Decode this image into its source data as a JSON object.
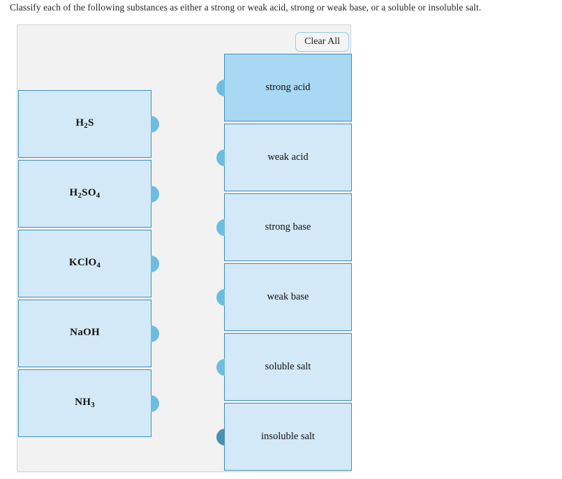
{
  "prompt": {
    "text": "Classify each of the following substances as either a strong or weak acid, strong or weak base, or a soluble or insoluble salt."
  },
  "panel": {
    "clear_all_label": "Clear All",
    "background_color": "#f2f2f2",
    "border_color": "#cfd3d6"
  },
  "colors": {
    "tile_fill": "#d4e9f7",
    "tile_fill_selected": "#a8d8f4",
    "tile_border": "#3f8fb6",
    "knob": "#6dbde1",
    "knob_active": "#4a8fb5",
    "button_border": "#8ec9e8"
  },
  "items": [
    {
      "formula": "H2S",
      "parts": [
        {
          "t": "H"
        },
        {
          "t": "2",
          "sub": true
        },
        {
          "t": "S"
        }
      ]
    },
    {
      "formula": "H2SO4",
      "parts": [
        {
          "t": "H"
        },
        {
          "t": "2",
          "sub": true
        },
        {
          "t": "SO"
        },
        {
          "t": "4",
          "sub": true
        }
      ]
    },
    {
      "formula": "KClO4",
      "parts": [
        {
          "t": "KClO"
        },
        {
          "t": "4",
          "sub": true
        }
      ]
    },
    {
      "formula": "NaOH",
      "parts": [
        {
          "t": "NaOH"
        }
      ]
    },
    {
      "formula": "NH3",
      "parts": [
        {
          "t": "NH"
        },
        {
          "t": "3",
          "sub": true
        }
      ]
    }
  ],
  "categories": [
    {
      "label": "strong acid",
      "selected": true,
      "knob_active": false
    },
    {
      "label": "weak acid",
      "selected": false,
      "knob_active": false
    },
    {
      "label": "strong base",
      "selected": false,
      "knob_active": false
    },
    {
      "label": "weak base",
      "selected": false,
      "knob_active": false
    },
    {
      "label": "soluble salt",
      "selected": false,
      "knob_active": false
    },
    {
      "label": "insoluble salt",
      "selected": false,
      "knob_active": true
    }
  ]
}
